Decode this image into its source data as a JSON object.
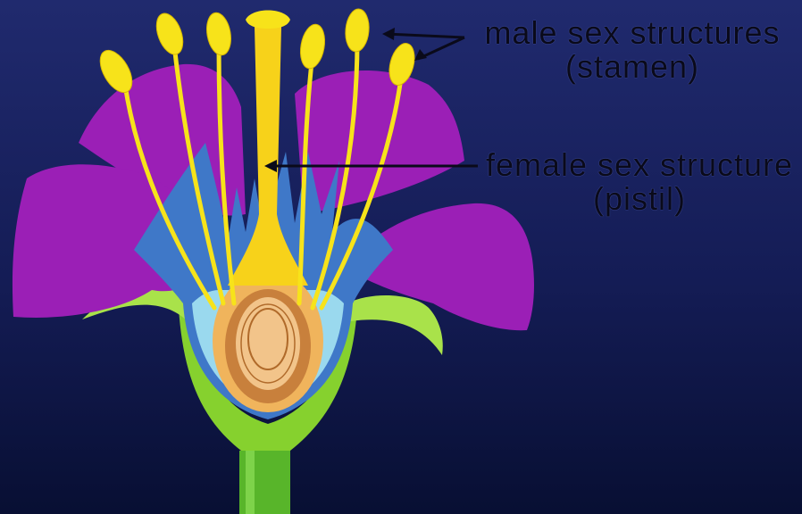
{
  "labels": {
    "male_title": "male sex structures",
    "male_sub": "(stamen)",
    "female_title": "female sex structure",
    "female_sub": "(pistil)"
  },
  "colors": {
    "background_top": "#202a6e",
    "background_bottom": "#080f33",
    "petal": "#9b1fb6",
    "sepal": "#a9e24a",
    "receptacle": "#86d12e",
    "stamen": "#f7e31a",
    "pistil": "#f7d21a",
    "ovary": "#f0b45c",
    "inner_tissue_blue": "#3f78c8",
    "inner_tissue_cyan": "#9ad9ee",
    "annotation_ink": "#0a0a1a"
  }
}
